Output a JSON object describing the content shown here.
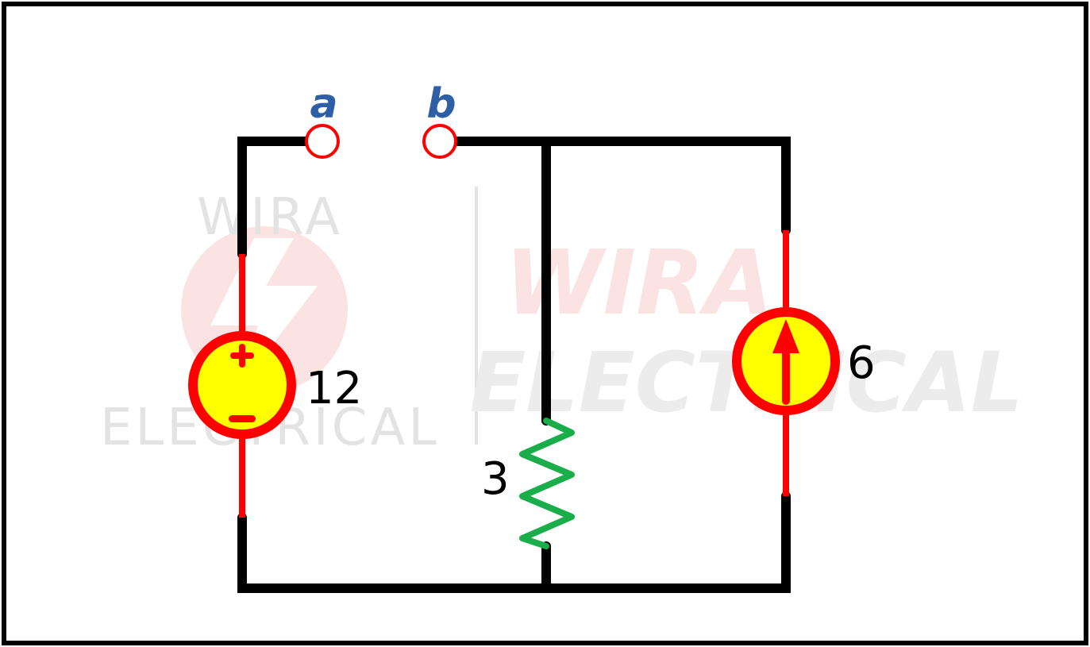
{
  "colors": {
    "wire": "#000000",
    "source_lead": "#ff0000",
    "source_fill": "#ffff00",
    "source_ring": "#ff0000",
    "resistor": "#1aae4a",
    "terminal": "#ff0000",
    "node_label": "#2e5fa6",
    "watermark_gray": "#e3e3e3",
    "watermark_red": "#fbe3e3"
  },
  "terminals": {
    "a": "a",
    "b": "b"
  },
  "components": {
    "voltage_source": {
      "value": "12",
      "icon": "dc-voltage-source-icon",
      "plus": "+",
      "minus": "−"
    },
    "resistor": {
      "value": "3",
      "icon": "resistor-icon"
    },
    "current_source": {
      "value": "6",
      "icon": "current-source-up-arrow-icon"
    }
  },
  "watermark": {
    "left_top": "WIRA",
    "left_bottom": "ELECTRICAL",
    "right_top": "WIRA",
    "right_bottom": "ELECTRICAL"
  }
}
